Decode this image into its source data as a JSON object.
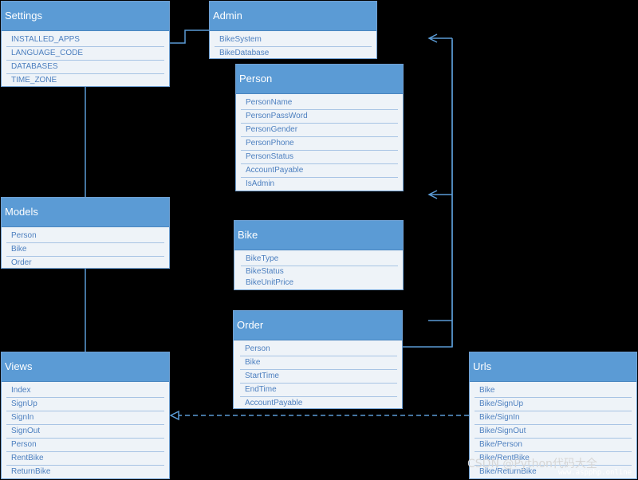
{
  "boxes": {
    "settings": {
      "title": "Settings",
      "items": [
        "INSTALLED_APPS",
        "LANGUAGE_CODE",
        "DATABASES",
        "TIME_ZONE"
      ]
    },
    "admin": {
      "title": "Admin",
      "items": [
        "BikeSystem",
        "BikeDatabase"
      ]
    },
    "person": {
      "title": "Person",
      "items": [
        "PersonName",
        "PersonPassWord",
        "PersonGender",
        "PersonPhone",
        "PersonStatus",
        "AccountPayable",
        "IsAdmin"
      ]
    },
    "models": {
      "title": "Models",
      "items": [
        "Person",
        "Bike",
        "Order"
      ]
    },
    "bike": {
      "title": "Bike",
      "items": [
        "BikeType",
        "BikeStatus",
        "BikeUnitPrice"
      ]
    },
    "order": {
      "title": "Order",
      "items": [
        "Person",
        "Bike",
        "StartTime",
        "EndTime",
        "AccountPayable"
      ]
    },
    "views": {
      "title": "Views",
      "items": [
        "Index",
        "SignUp",
        "SignIn",
        "SignOut",
        "Person",
        "RentBike",
        "ReturnBike"
      ]
    },
    "urls": {
      "title": "Urls",
      "items": [
        "Bike",
        "Bike/SignUp",
        "Bike/SignIn",
        "Bike/SignOut",
        "Bike/Person",
        "Bike/RentBike",
        "Bike/ReturnBike"
      ]
    }
  },
  "watermark": "CSDN @Python代码大全",
  "watermark_url": "www.aspphp.online",
  "colors": {
    "header": "#5b9bd5",
    "body": "#eef3f8",
    "text": "#4c7fbf",
    "line": "#5b9bd5"
  }
}
